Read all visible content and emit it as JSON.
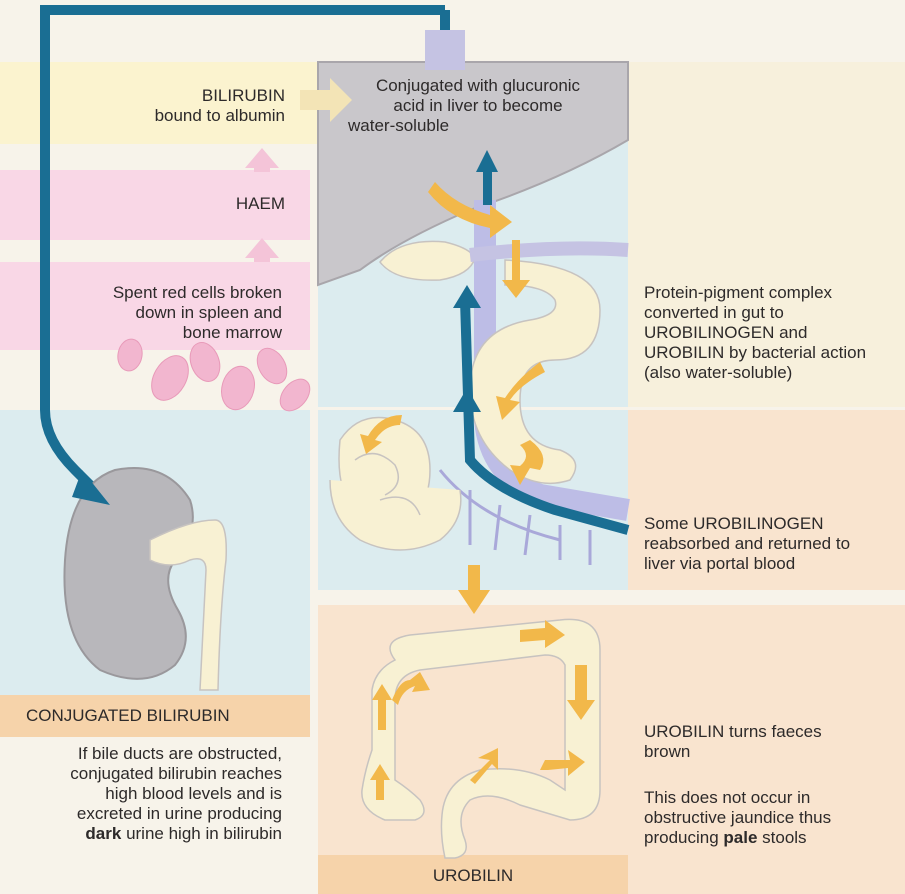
{
  "labels": {
    "bilirubin_title": "BILIRUBIN",
    "bilirubin_sub": "bound to albumin",
    "haem": "HAEM",
    "spent_cells": [
      "Spent red cells broken",
      "down in spleen and",
      "bone marrow"
    ],
    "conjugated_liver": [
      "Conjugated with glucuronic",
      "acid in liver to become",
      "water-soluble"
    ],
    "protein_pigment": [
      "Protein-pigment complex",
      "converted in gut to",
      "UROBILINOGEN and",
      "UROBILIN by bacterial action",
      "(also water-soluble)"
    ],
    "reabsorbed": [
      "Some UROBILINOGEN",
      "reabsorbed and returned to",
      "liver via portal blood"
    ],
    "conjugated_bilirubin_header": "CONJUGATED BILIRUBIN",
    "obstruction_text_1": "If bile ducts are obstructed,",
    "obstruction_text_2": "conjugated bilirubin reaches",
    "obstruction_text_3": "high blood levels and is",
    "obstruction_text_4": "excreted in urine producing",
    "obstruction_bold": "dark",
    "obstruction_text_5_rest": " urine high in bilirubin",
    "urobilin_faeces": [
      "UROBILIN turns faeces",
      "brown"
    ],
    "not_occur_1": "This does not occur in",
    "not_occur_2": "obstructive jaundice thus",
    "not_occur_3_pre": "producing ",
    "not_occur_bold": "pale",
    "not_occur_3_post": " stools",
    "urobilin_footer": "UROBILIN"
  },
  "colors": {
    "blue_arrow": "#1a6e93",
    "orange_arrow": "#f2b84a",
    "yellow_band": "#fbf3cf",
    "pink_band": "#f9d7e6",
    "blue_band": "#dcecef",
    "peach_band": "#f9e4cf"
  }
}
